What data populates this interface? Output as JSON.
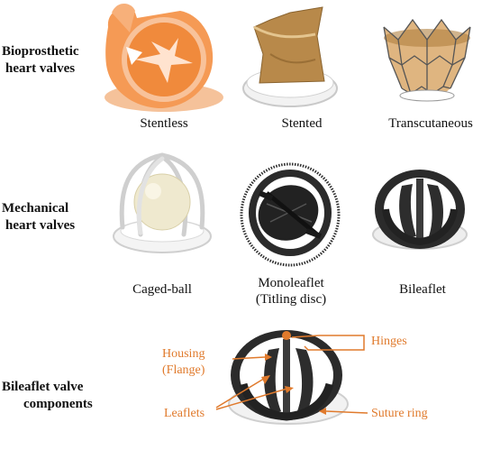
{
  "sections": {
    "bioprosthetic": {
      "title_line1": "Bioprosthetic",
      "title_line2": "heart valves"
    },
    "mechanical": {
      "title_line1": "Mechanical",
      "title_line2": "heart valves"
    },
    "components": {
      "title_line1": "Bileaflet valve",
      "title_line2": "components"
    }
  },
  "bioprosthetic_valves": {
    "stentless": "Stentless",
    "stented": "Stented",
    "transcutaneous": "Transcutaneous"
  },
  "mechanical_valves": {
    "caged_ball": "Caged-ball",
    "monoleaflet_line1": "Monoleaflet",
    "monoleaflet_line2": "(Titling disc)",
    "bileaflet": "Bileaflet"
  },
  "component_labels": {
    "housing_line1": "Housing",
    "housing_line2": "(Flange)",
    "leaflets": "Leaflets",
    "hinges": "Hinges",
    "suture_ring": "Suture ring"
  },
  "colors": {
    "callout": "#e07a2c",
    "tissue": "#f08a3c",
    "bovine": "#b8894a",
    "carbon": "#2b2b2b",
    "cuff": "#e6e6e6"
  }
}
